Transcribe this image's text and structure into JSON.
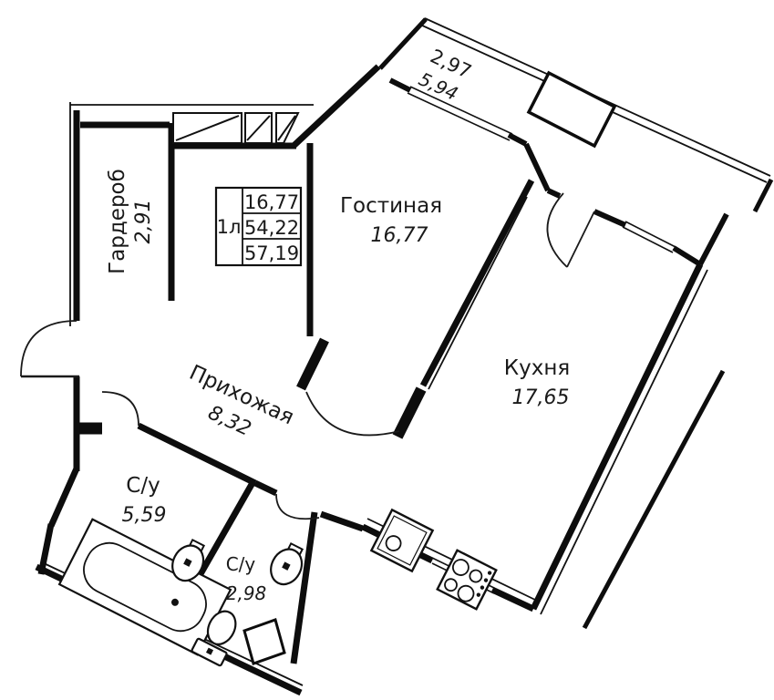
{
  "plan": {
    "stamp": {
      "unit_type": "1л",
      "living_area": "16,77",
      "apartment_area": "54,22",
      "total_area": "57,19"
    },
    "rooms": {
      "wardrobe": {
        "name": "Гардероб",
        "area": "2,91"
      },
      "living": {
        "name": "Гостиная",
        "area": "16,77"
      },
      "kitchen": {
        "name": "Кухня",
        "area": "17,65"
      },
      "hall": {
        "name": "Прихожая",
        "area": "8,32"
      },
      "bathroom_1": {
        "name": "С/у",
        "area": "5,59"
      },
      "bathroom_2": {
        "name": "С/у",
        "area": "2,98"
      },
      "balcony": {
        "area_reduced": "2,97",
        "area_full": "5,94"
      }
    },
    "colors": {
      "wall": "#111111",
      "line": "#1a1a1a",
      "background": "#ffffff"
    }
  }
}
